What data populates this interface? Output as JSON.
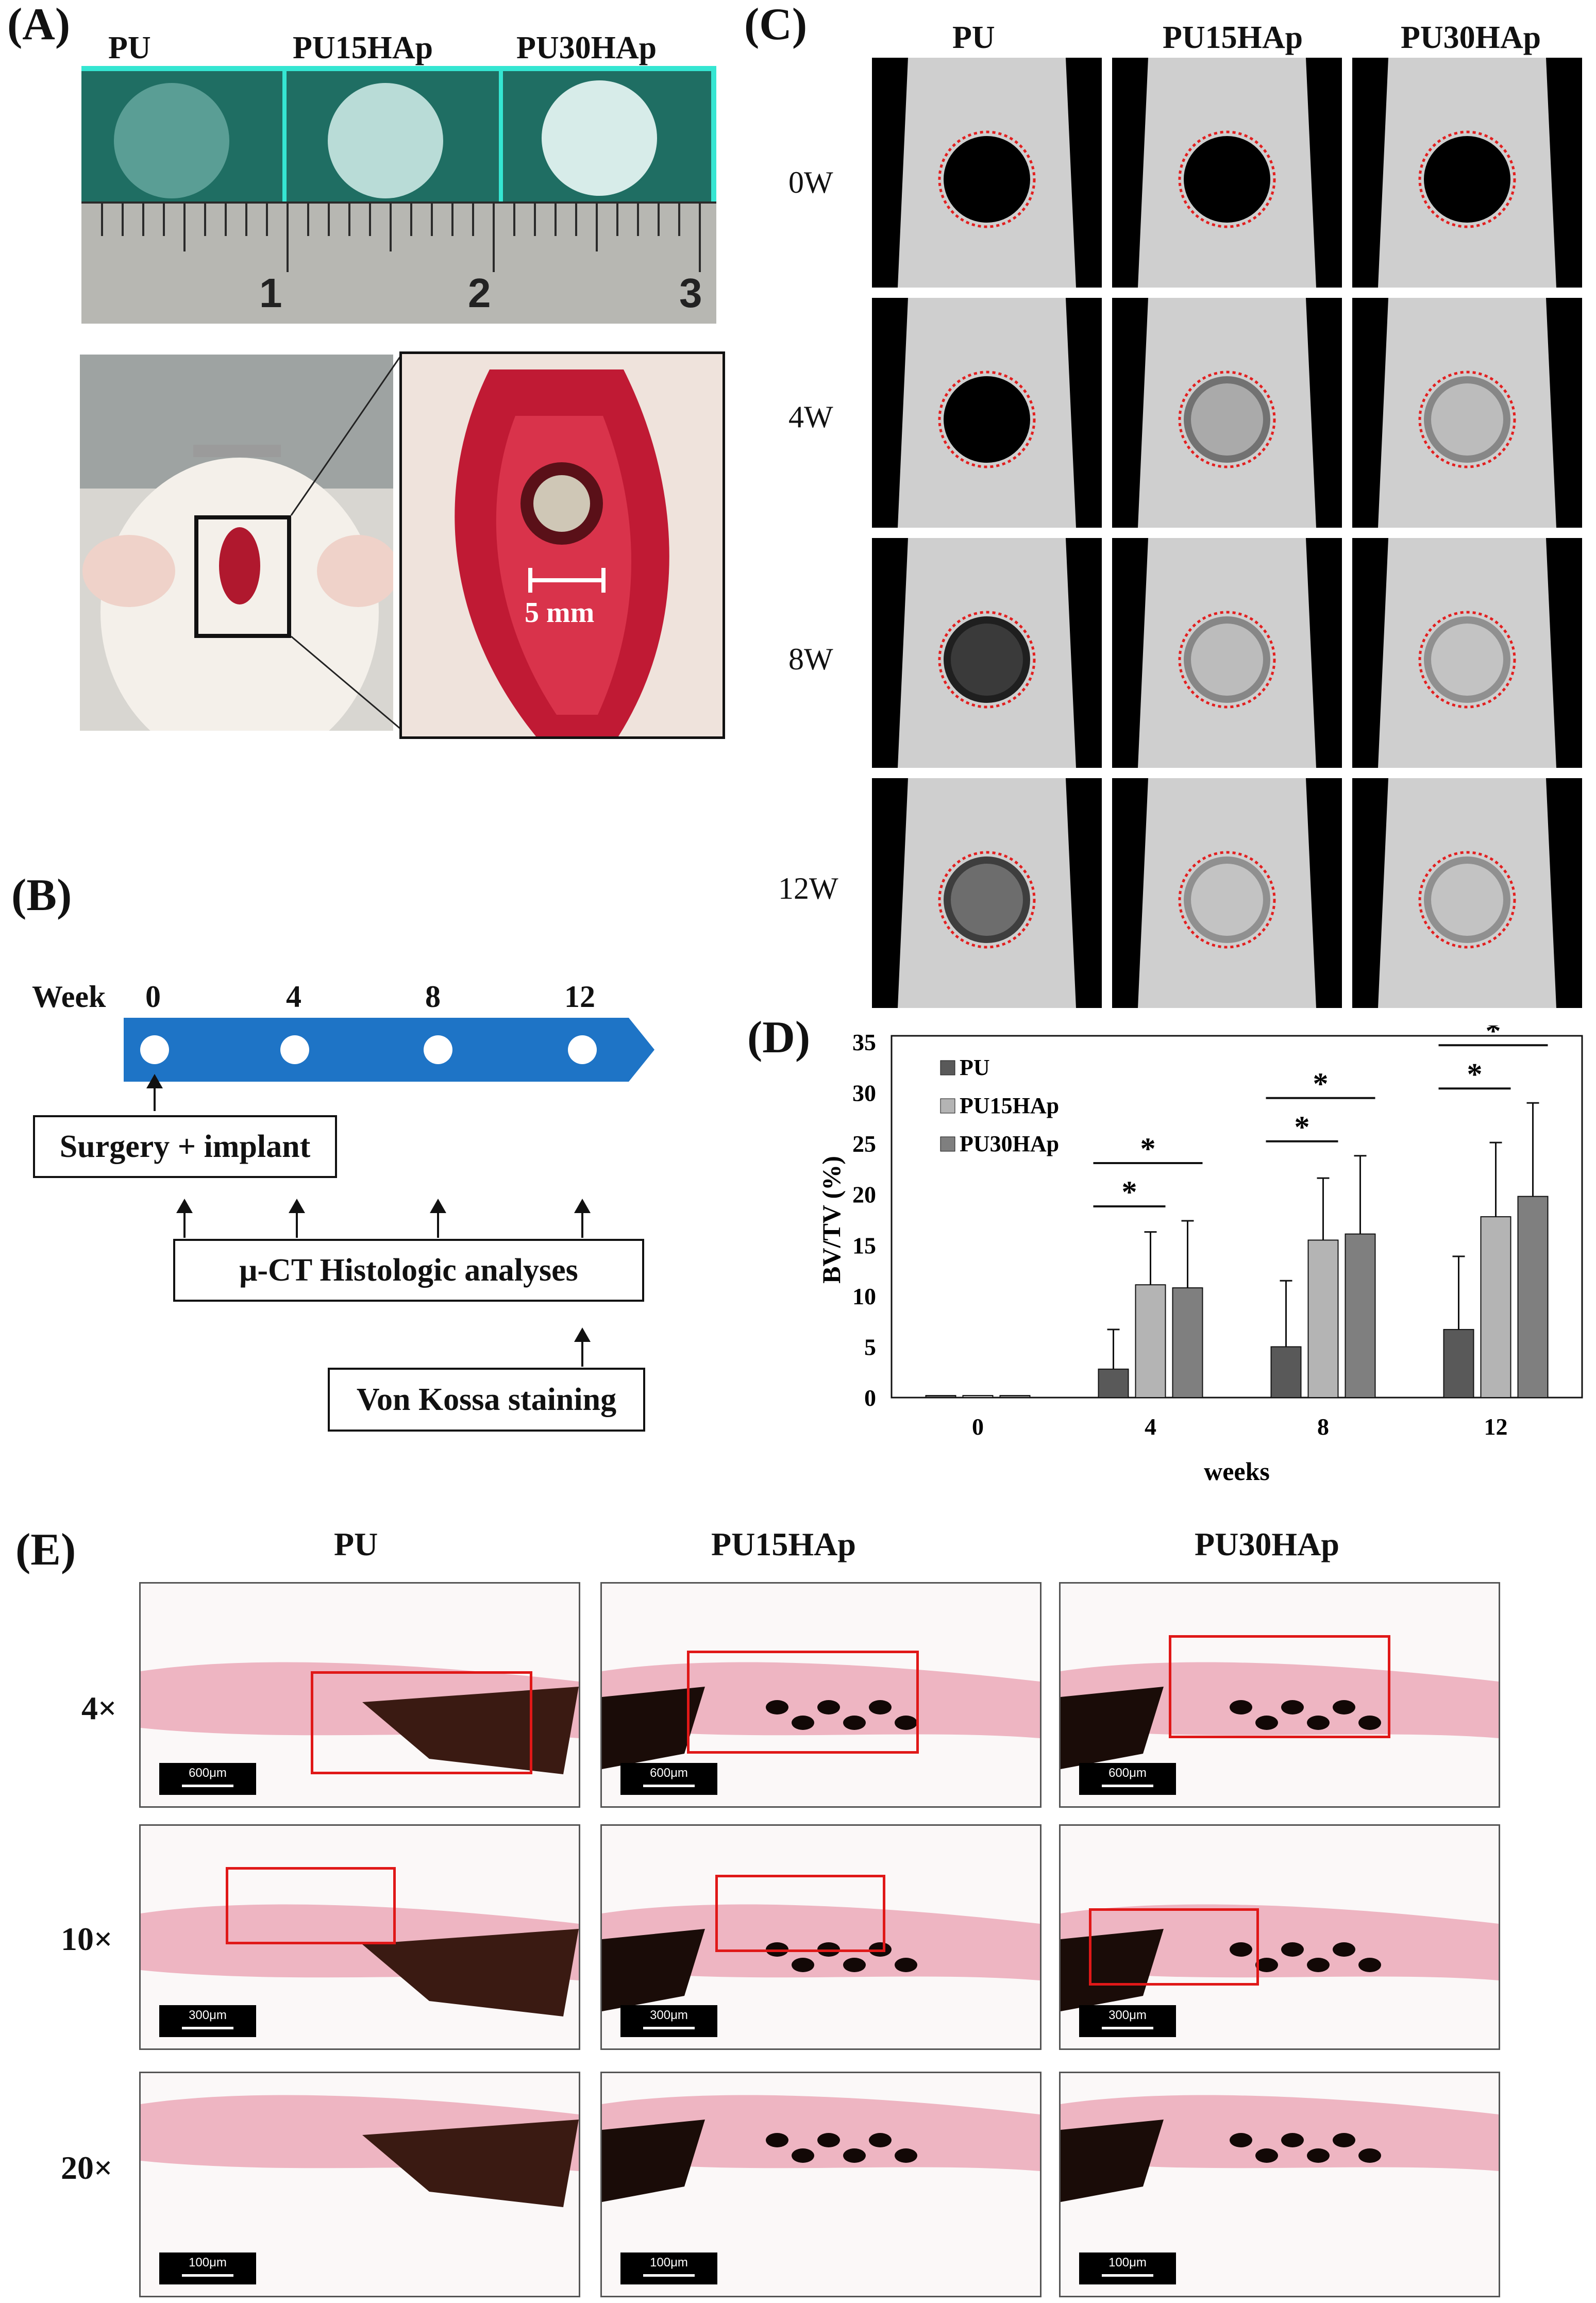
{
  "panels": {
    "a": "(A)",
    "b": "(B)",
    "c": "(C)",
    "d": "(D)",
    "e": "(E)"
  },
  "panel_a": {
    "groups": [
      "PU",
      "PU15HAp",
      "PU30HAp"
    ],
    "ruler_numbers": [
      "1",
      "2",
      "3"
    ],
    "inset_label": "5 mm"
  },
  "panel_b": {
    "week_label": "Week",
    "weeks": [
      "0",
      "4",
      "8",
      "12"
    ],
    "surgery": "Surgery + implant",
    "analyses": "μ-CT Histologic analyses",
    "staining": "Von Kossa staining"
  },
  "panel_c": {
    "groups": [
      "PU",
      "PU15HAp",
      "PU30HAp"
    ],
    "rows": [
      "0W",
      "4W",
      "8W",
      "12W"
    ]
  },
  "chart_data": {
    "type": "bar",
    "categories": [
      "0",
      "4",
      "8",
      "12"
    ],
    "xlabel": "weeks",
    "ylabel": "BV/TV (%)",
    "ylim": [
      0,
      35
    ],
    "yticks": [
      "0",
      "5",
      "10",
      "15",
      "20",
      "25",
      "30",
      "35"
    ],
    "legend_position": "top-left",
    "series": [
      {
        "name": "PU",
        "values": [
          0.2,
          2.8,
          5.0,
          6.7
        ],
        "errors": [
          0,
          3.9,
          6.5,
          7.2
        ],
        "color": "#595959"
      },
      {
        "name": "PU15HAp",
        "values": [
          0.2,
          11.1,
          15.5,
          17.8
        ],
        "errors": [
          0,
          5.2,
          6.1,
          7.3
        ],
        "color": "#b4b4b4"
      },
      {
        "name": "PU30HAp",
        "values": [
          0.2,
          10.8,
          16.1,
          19.8
        ],
        "errors": [
          0,
          6.6,
          7.7,
          9.2
        ],
        "color": "#7f7f7f"
      }
    ],
    "significance": [
      {
        "category": "4",
        "pairs": [
          [
            "PU",
            "PU15HAp"
          ],
          [
            "PU",
            "PU30HAp"
          ]
        ],
        "mark": "*"
      },
      {
        "category": "8",
        "pairs": [
          [
            "PU",
            "PU15HAp"
          ],
          [
            "PU",
            "PU30HAp"
          ]
        ],
        "mark": "*"
      },
      {
        "category": "12",
        "pairs": [
          [
            "PU",
            "PU15HAp"
          ],
          [
            "PU",
            "PU30HAp"
          ]
        ],
        "mark": "*"
      }
    ]
  },
  "panel_e": {
    "groups": [
      "PU",
      "PU15HAp",
      "PU30HAp"
    ],
    "rows": [
      "4×",
      "10×",
      "20×"
    ],
    "scale_bars": [
      "600μm",
      "300μm",
      "100μm"
    ]
  }
}
